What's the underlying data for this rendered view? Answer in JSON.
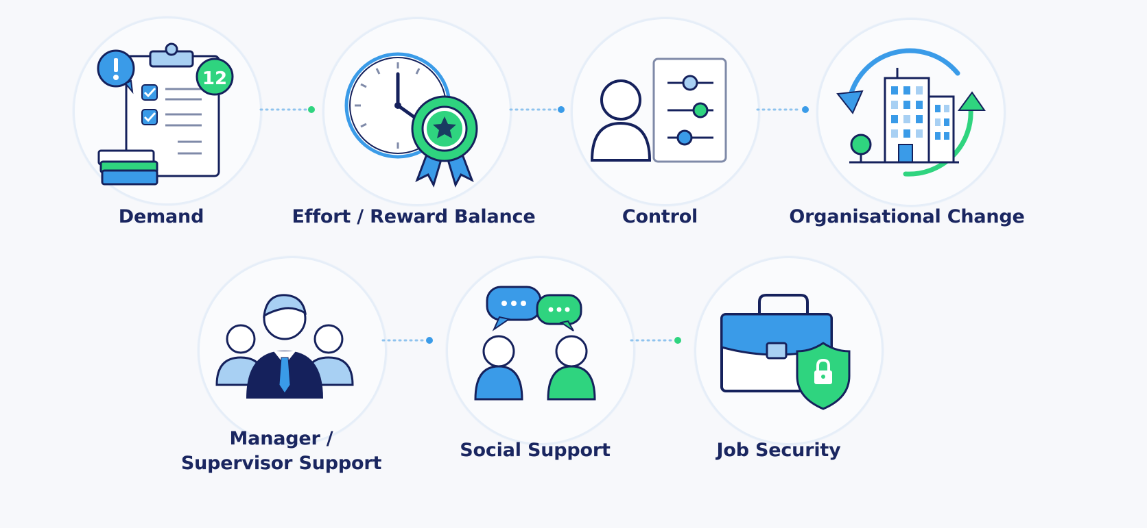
{
  "nodes": [
    {
      "id": "demand",
      "label": "Demand",
      "icon": "clipboard-checklist-icon",
      "badge": "12"
    },
    {
      "id": "effort-reward",
      "label": "Effort / Reward Balance",
      "icon": "clock-award-icon"
    },
    {
      "id": "control",
      "label": "Control",
      "icon": "person-sliders-icon"
    },
    {
      "id": "org-change",
      "label": "Organisational Change",
      "icon": "building-cycle-icon"
    },
    {
      "id": "manager-support",
      "label_line1": "Manager /",
      "label_line2": "Supervisor Support",
      "icon": "manager-team-icon"
    },
    {
      "id": "social-support",
      "label": "Social Support",
      "icon": "people-chat-icon"
    },
    {
      "id": "job-security",
      "label": "Job Security",
      "icon": "briefcase-shield-icon"
    }
  ],
  "colors": {
    "navy": "#15215c",
    "blue": "#3a9be8",
    "light_blue": "#a8d0f3",
    "green": "#2fd47f",
    "circle_border": "#e6eef8",
    "background": "#f7f8fb"
  }
}
